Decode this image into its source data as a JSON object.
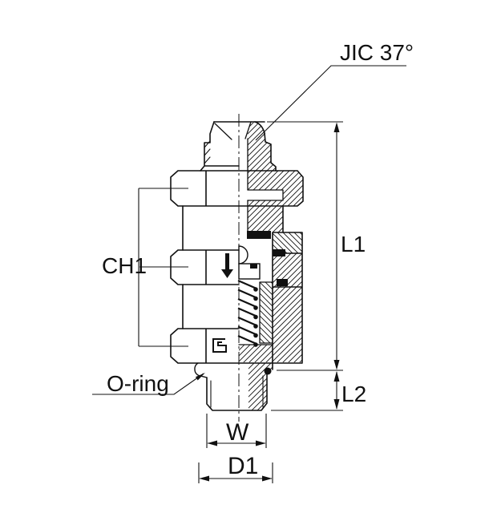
{
  "labels": {
    "jic": "JIC 37°",
    "ch1": "CH1",
    "oring": "O-ring",
    "l1": "L1",
    "l2": "L2",
    "w": "W",
    "d1": "D1"
  },
  "icons": {
    "flow_direction": "down-arrow",
    "logo_mark": "clamp-symbol"
  },
  "colors": {
    "line": "#111111",
    "background": "#ffffff"
  }
}
